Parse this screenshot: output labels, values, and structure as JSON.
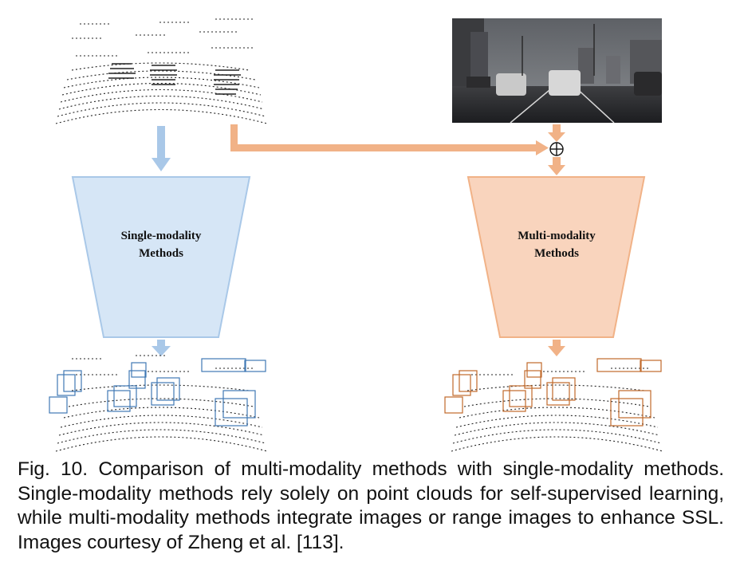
{
  "figure": {
    "single_method_line1": "Single-modality",
    "single_method_line2": "Methods",
    "multi_method_line1": "Multi-modality",
    "multi_method_line2": "Methods",
    "fusion_symbol": "⊕",
    "colors": {
      "single_accent": "#a9c8e8",
      "single_fill": "#d6e6f6",
      "single_box": "#3f78b5",
      "multi_accent": "#f1b287",
      "multi_fill": "#f9d4bd",
      "multi_box": "#c0692a",
      "scan": "#222222"
    },
    "icons": [
      "point-cloud-icon",
      "camera-image-icon",
      "fusion-plus-icon",
      "arrow-down-icon",
      "arrow-right-icon"
    ]
  },
  "caption": {
    "text": "Fig. 10. Comparison of multi-modality methods with single-modality methods. Single-modality methods rely solely on point clouds for self-supervised learning, while multi-modality methods integrate images or range images to enhance SSL. Images courtesy of Zheng et al. [113]."
  }
}
